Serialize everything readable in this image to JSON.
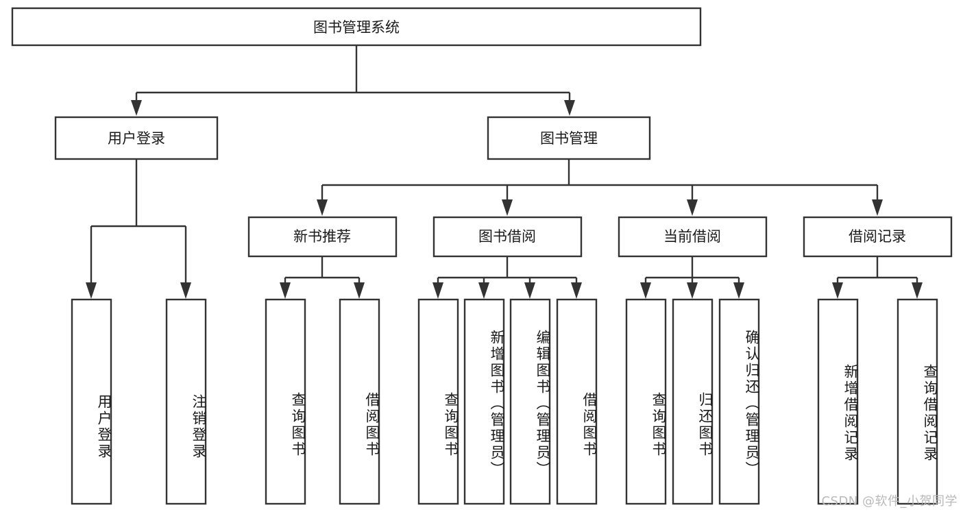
{
  "diagram": {
    "title": "图书管理系统",
    "watermark": "CSDN @软件_小贺同学",
    "root": {
      "label": "图书管理系统"
    },
    "level2": [
      {
        "label": "用户登录"
      },
      {
        "label": "图书管理"
      }
    ],
    "level3": [
      {
        "label": "新书推荐"
      },
      {
        "label": "图书借阅"
      },
      {
        "label": "当前借阅"
      },
      {
        "label": "借阅记录"
      }
    ],
    "leaves": {
      "user_login": [
        {
          "label": "用户登录"
        },
        {
          "label": "注销登录"
        }
      ],
      "new_book_recommend": [
        {
          "label": "查询图书"
        },
        {
          "label": "借阅图书"
        }
      ],
      "book_borrow": [
        {
          "label": "查询图书"
        },
        {
          "label": "新增图书（管理员）"
        },
        {
          "label": "编辑图书（管理员）"
        },
        {
          "label": "借阅图书"
        }
      ],
      "current_borrow": [
        {
          "label": "查询图书"
        },
        {
          "label": "归还图书"
        },
        {
          "label": "确认归还（管理员）"
        }
      ],
      "borrow_record": [
        {
          "label": "新增借阅记录"
        },
        {
          "label": "查询借阅记录"
        }
      ]
    },
    "colors": {
      "stroke": "#333333",
      "fill": "#ffffff",
      "text": "#1a1a1a",
      "watermark": "#b9b9b9"
    }
  }
}
